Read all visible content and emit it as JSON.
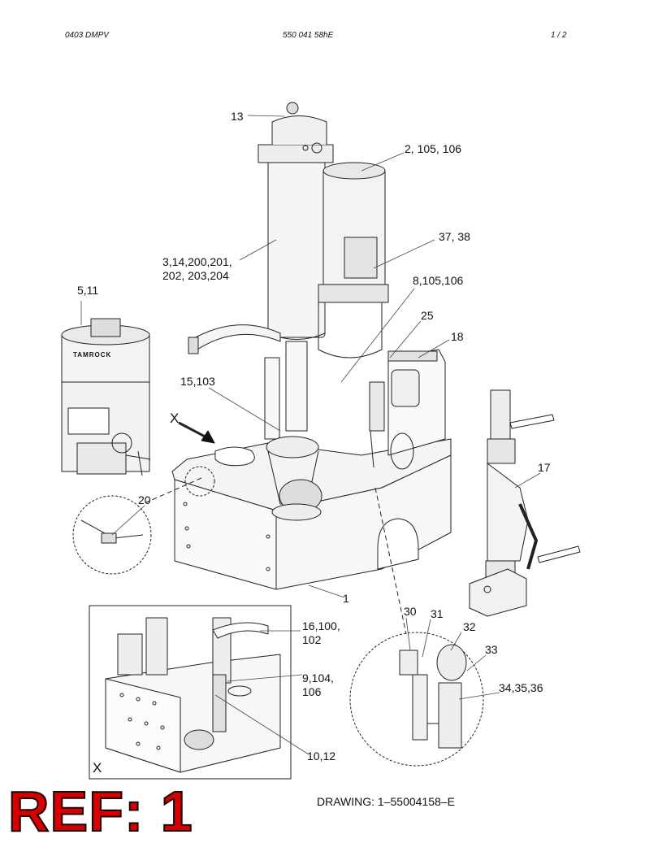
{
  "header": {
    "left": "0403  DMPV",
    "center": "550 041 58hE",
    "right": "1 /  2"
  },
  "callouts": {
    "c13": "13",
    "c2": "2, 105, 106",
    "c37": "37, 38",
    "c3": "3,14,200,201,\n202, 203,204",
    "c8": "8,105,106",
    "c5": "5,11",
    "c25": "25",
    "c18": "18",
    "c15": "15,103",
    "c17": "17",
    "c20": "20",
    "c1": "1",
    "c30": "30",
    "c31": "31",
    "c32": "32",
    "c33": "33",
    "c16": "16,100,\n102",
    "c9": "9,104,\n106",
    "c34": "34,35,36",
    "c10": "10,12"
  },
  "view_markers": {
    "main": "X",
    "detail": "X"
  },
  "brand_label": "TAMROCK",
  "drawing_number": "DRAWING: 1–55004158–E",
  "ref_stamp": "REF: 1"
}
